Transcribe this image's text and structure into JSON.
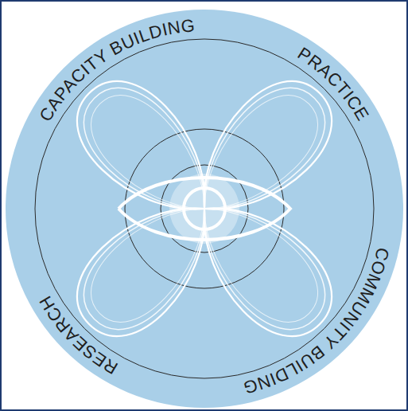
{
  "diagram": {
    "nodes": [
      {
        "text": [
          "CAPACITY BUILDING",
          "PRACTICE",
          "COMMUNITY BUILDING",
          "RESEARCH"
        ]
      }
    ]
  }
}
